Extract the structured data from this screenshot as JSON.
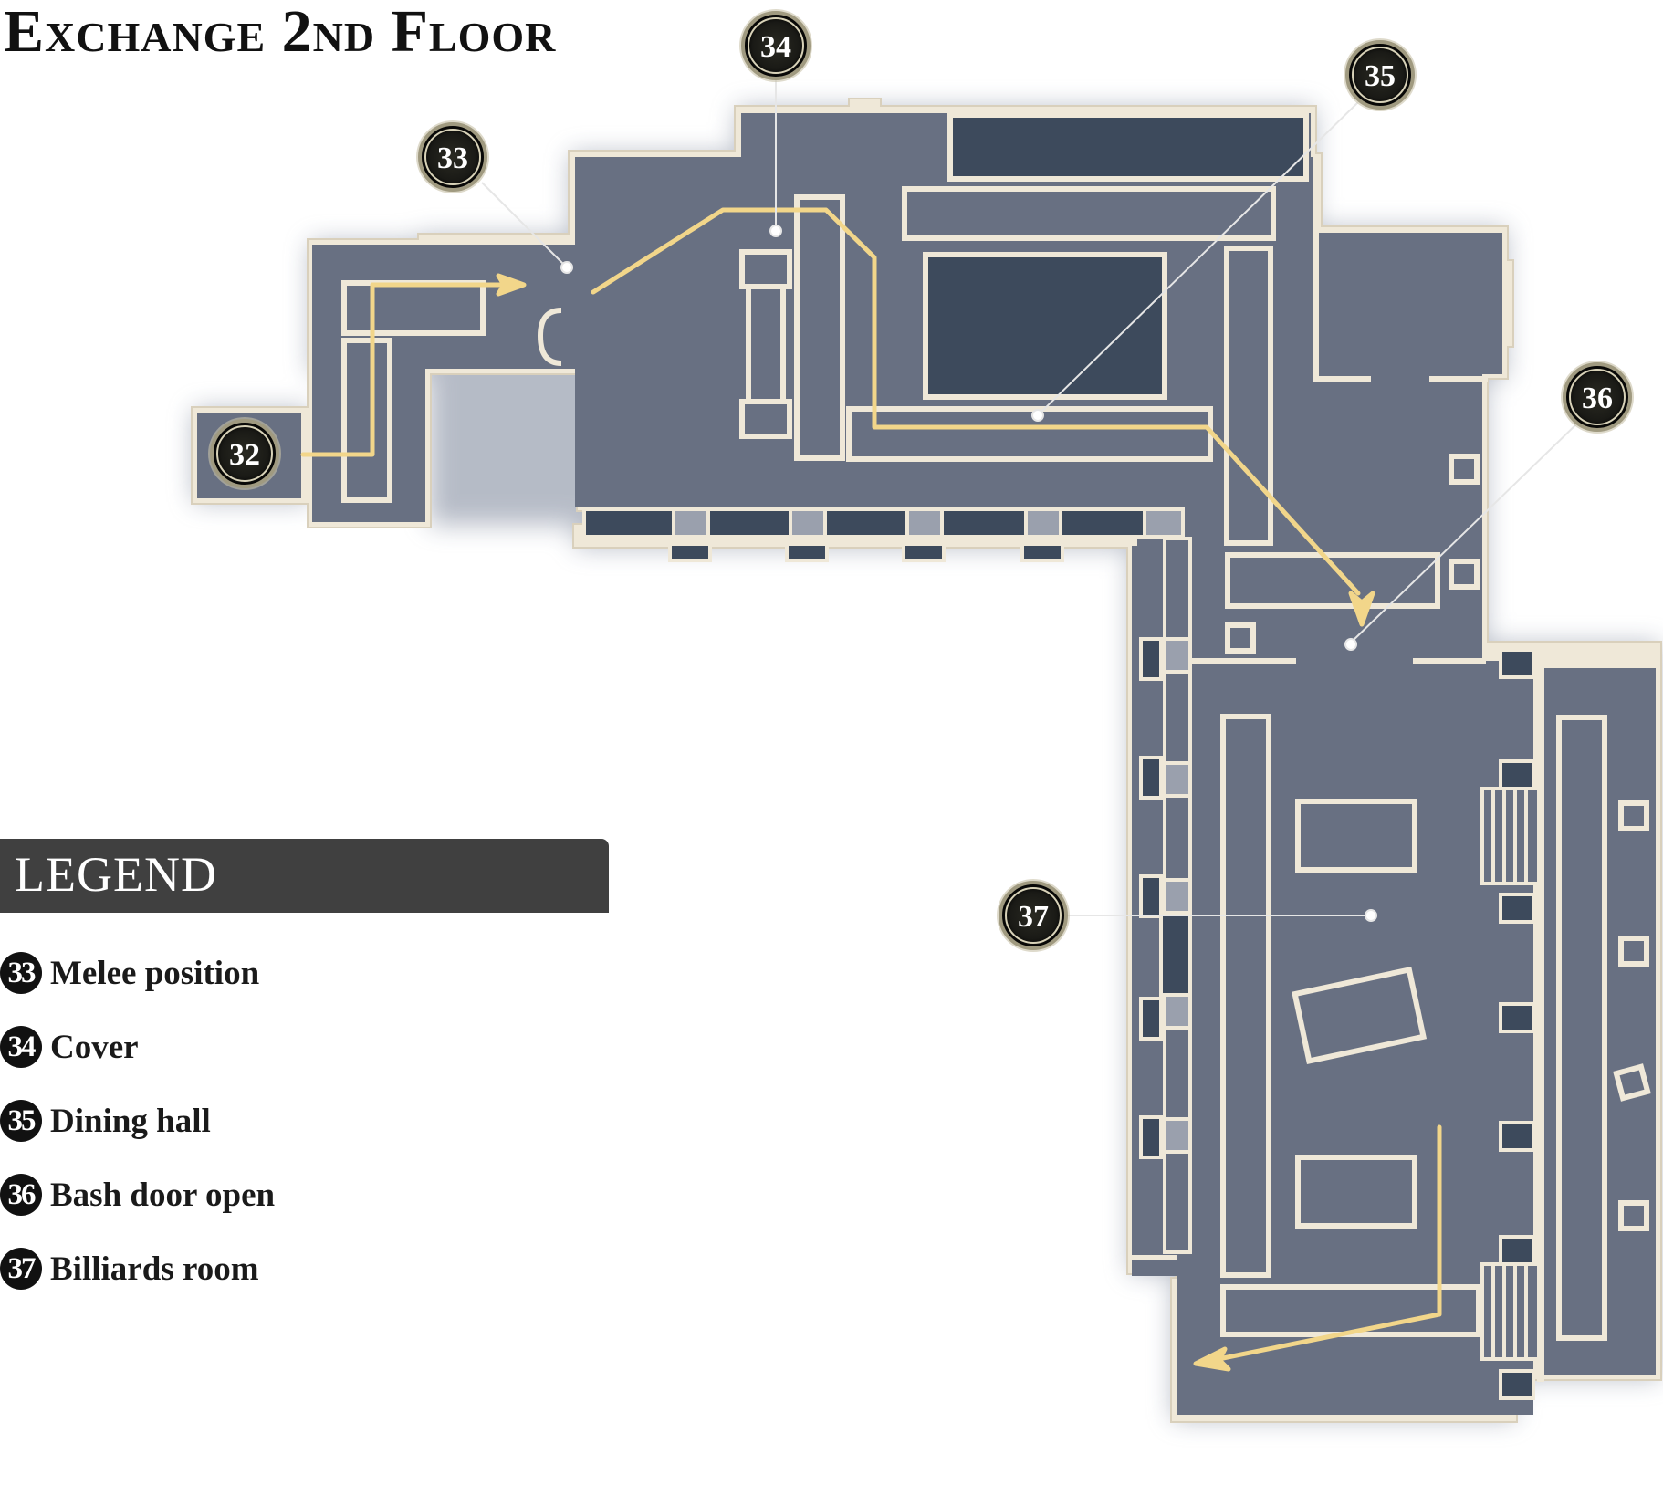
{
  "title": "Exchange 2nd Floor",
  "legend": {
    "heading": "LEGEND",
    "items": [
      {
        "num": "33",
        "label": "Melee position"
      },
      {
        "num": "34",
        "label": "Cover"
      },
      {
        "num": "35",
        "label": "Dining hall"
      },
      {
        "num": "36",
        "label": "Bash door open"
      },
      {
        "num": "37",
        "label": "Billiards room"
      }
    ]
  },
  "markers": {
    "m32": "32",
    "m33": "33",
    "m34": "34",
    "m35": "35",
    "m36": "36",
    "m37": "37"
  },
  "colors": {
    "floor": "#687082",
    "dark": "#3d4a5c",
    "wall": "#efe8d8",
    "path": "#f2d68a",
    "light_tile": "#9aa0ad"
  }
}
